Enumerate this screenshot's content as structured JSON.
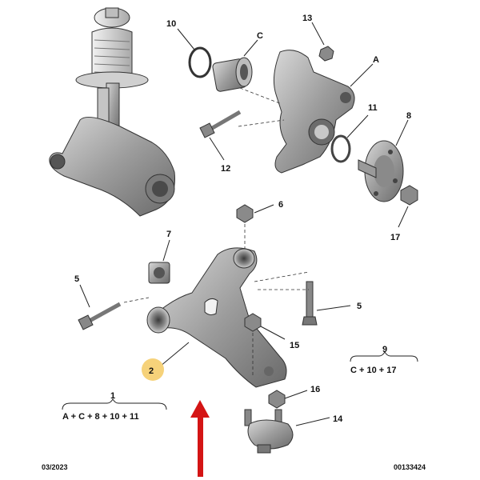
{
  "labels": {
    "n10": "10",
    "nC": "C",
    "n13": "13",
    "nA": "A",
    "n11": "11",
    "n8": "8",
    "n12": "12",
    "n17": "17",
    "n6": "6",
    "n7": "7",
    "n5a": "5",
    "n5b": "5",
    "n15": "15",
    "n2": "2",
    "n16": "16",
    "n14": "14"
  },
  "kits": {
    "kit1": {
      "top": "1",
      "bottom": "A + C + 8 + 10 + 11"
    },
    "kit9": {
      "top": "9",
      "bottom": "C + 10 + 17"
    }
  },
  "footer": {
    "date": "03/2023",
    "ref": "00133424"
  },
  "colors": {
    "part_gray": "#9a9a9a",
    "part_light": "#cfcfcf",
    "part_dark": "#6c6c6c",
    "highlight_badge": "#f6d27a",
    "arrow_red": "#d41414"
  }
}
